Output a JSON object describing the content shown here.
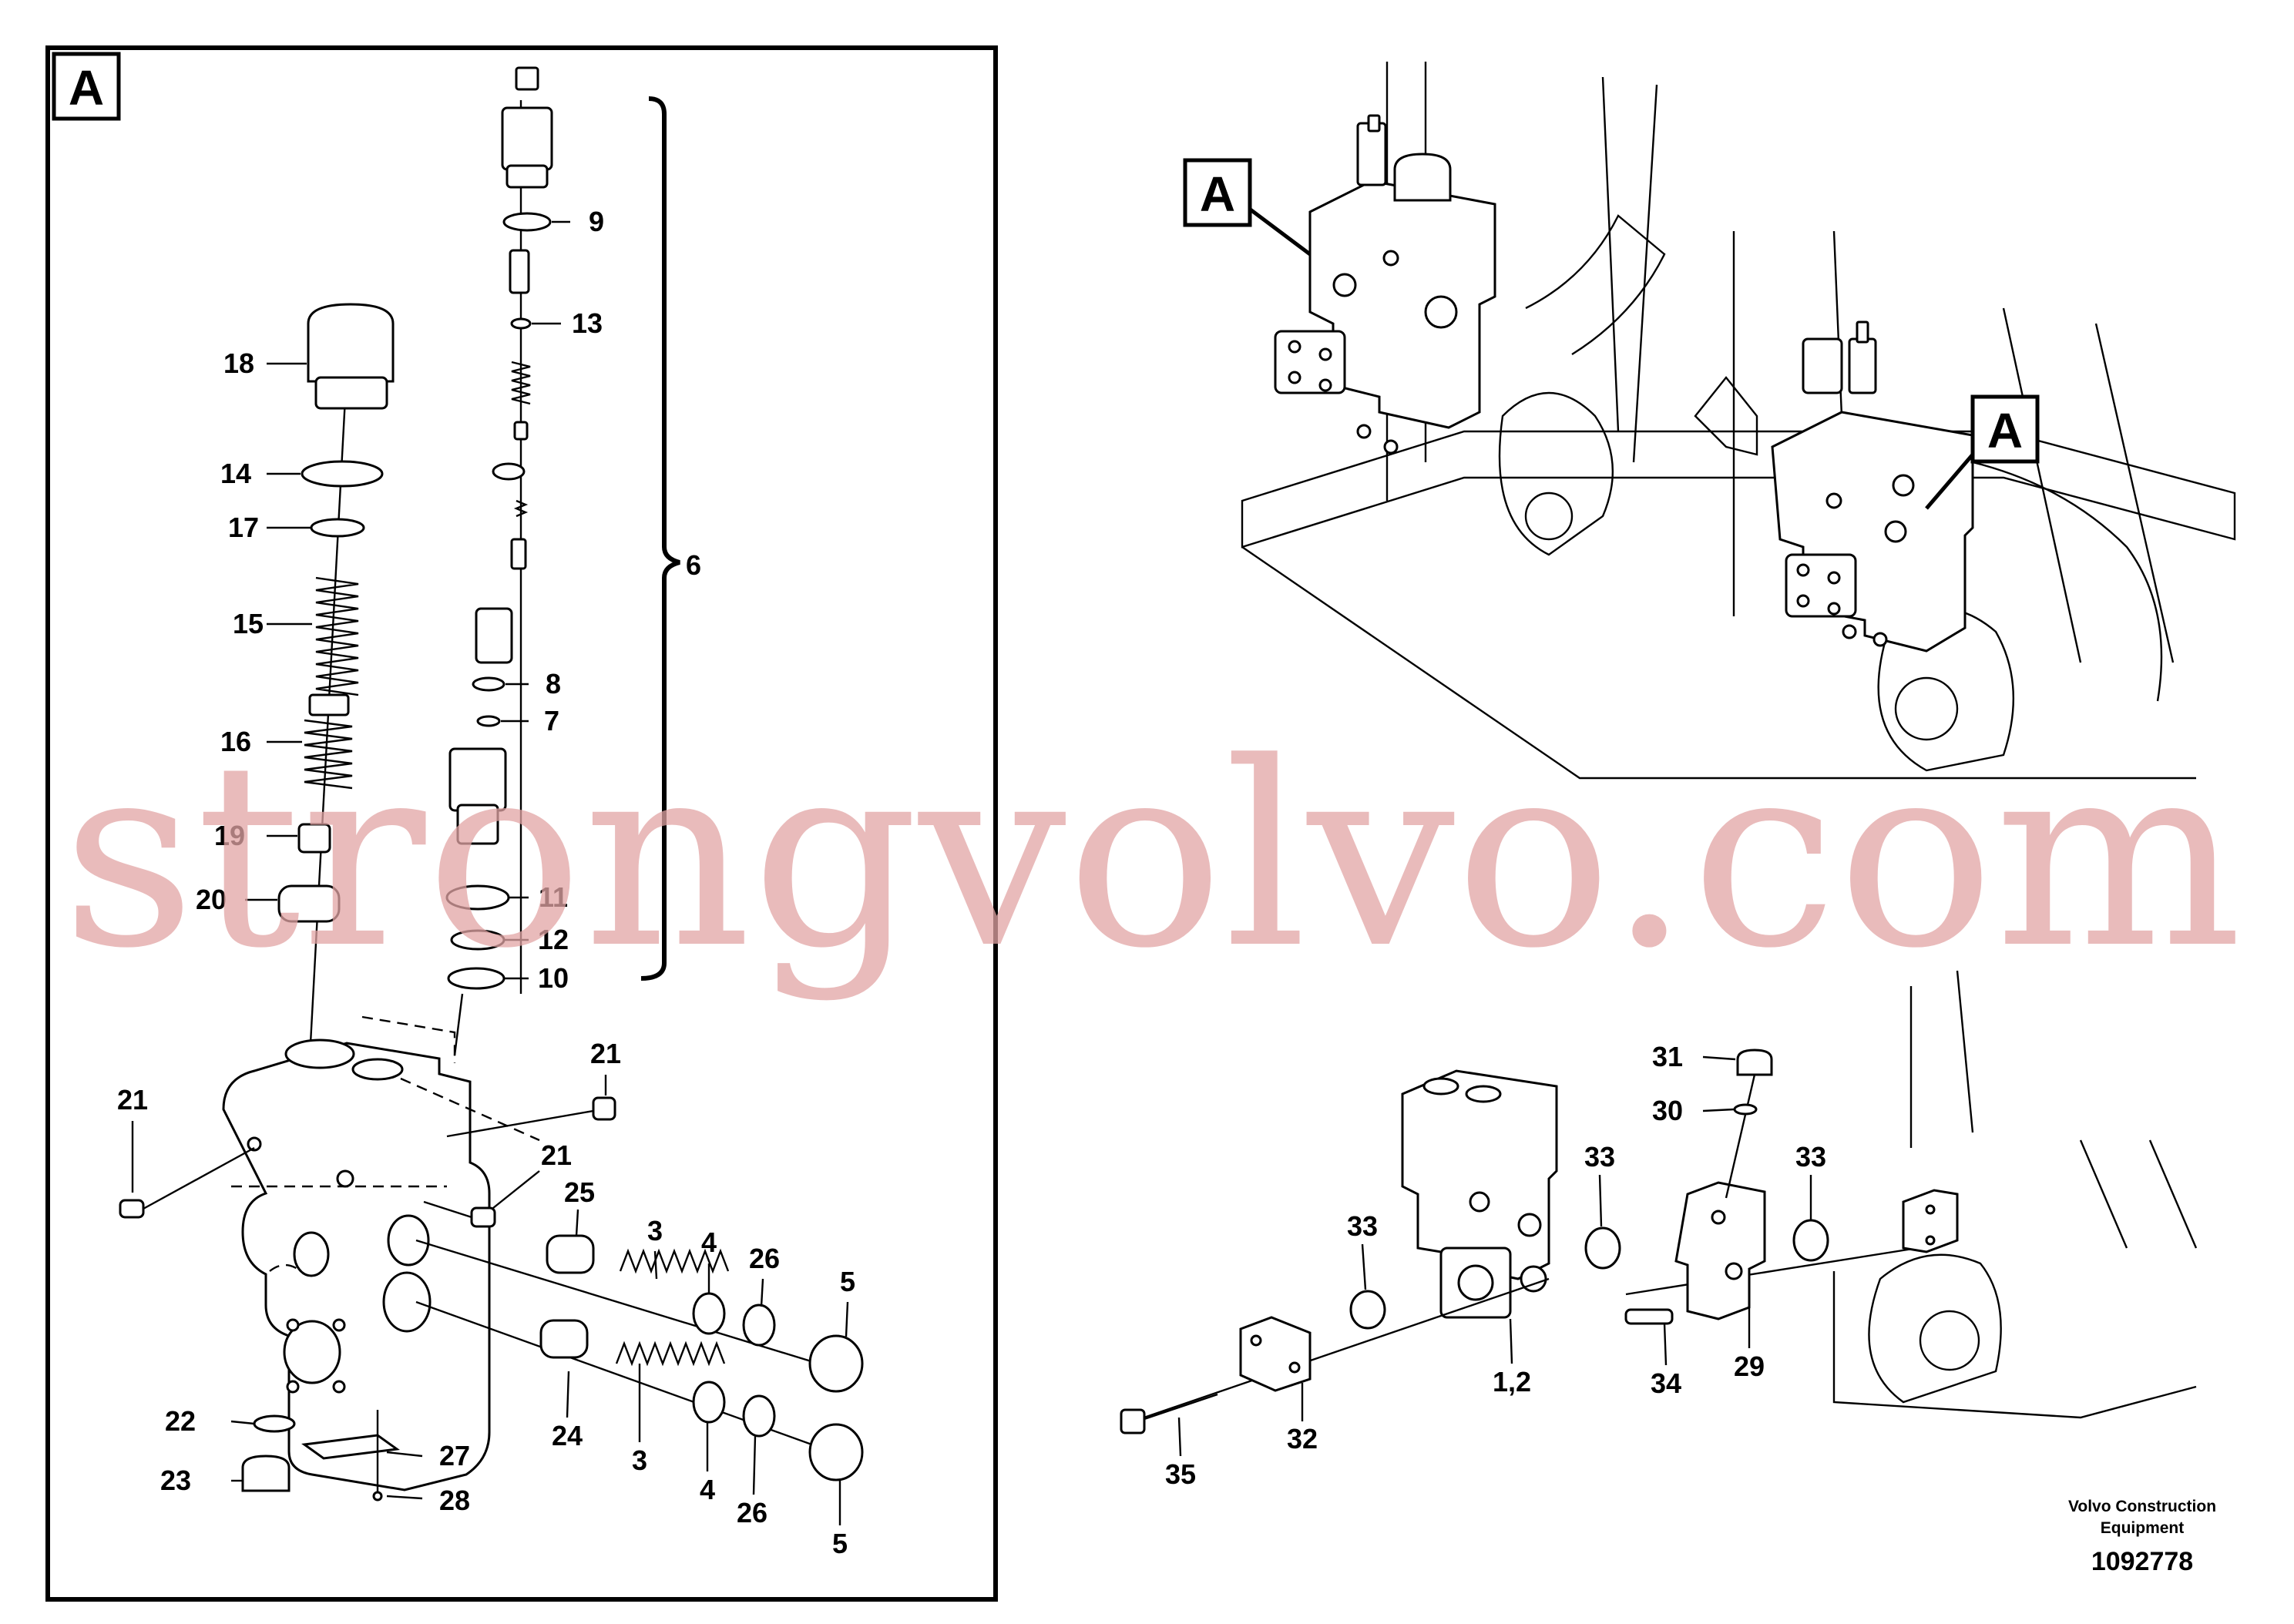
{
  "detail_label": "A",
  "overview_labels": [
    "A",
    "A"
  ],
  "callouts_left": {
    "c18": "18",
    "c14": "14",
    "c17": "17",
    "c15": "15",
    "c16": "16",
    "c19": "19",
    "c20": "20",
    "c9": "9",
    "c13": "13",
    "c8": "8",
    "c7": "7",
    "c11": "11",
    "c12": "12",
    "c10": "10",
    "c6": "6",
    "c21a": "21",
    "c21b": "21",
    "c21c": "21",
    "c25": "25",
    "c3a": "3",
    "c4a": "4",
    "c26a": "26",
    "c5a": "5",
    "c24": "24",
    "c3b": "3",
    "c4b": "4",
    "c26b": "26",
    "c5b": "5",
    "c22": "22",
    "c23": "23",
    "c27": "27",
    "c28": "28"
  },
  "callouts_right": {
    "c31": "31",
    "c30": "30",
    "c33a": "33",
    "c33b": "33",
    "c33c": "33",
    "c12p": "1,2",
    "c29": "29",
    "c34": "34",
    "c32": "32",
    "c35": "35"
  },
  "watermark": "strongvolvo.com",
  "footer": {
    "line1": "Volvo Construction",
    "line2": "Equipment",
    "doc_number": "1092778"
  }
}
